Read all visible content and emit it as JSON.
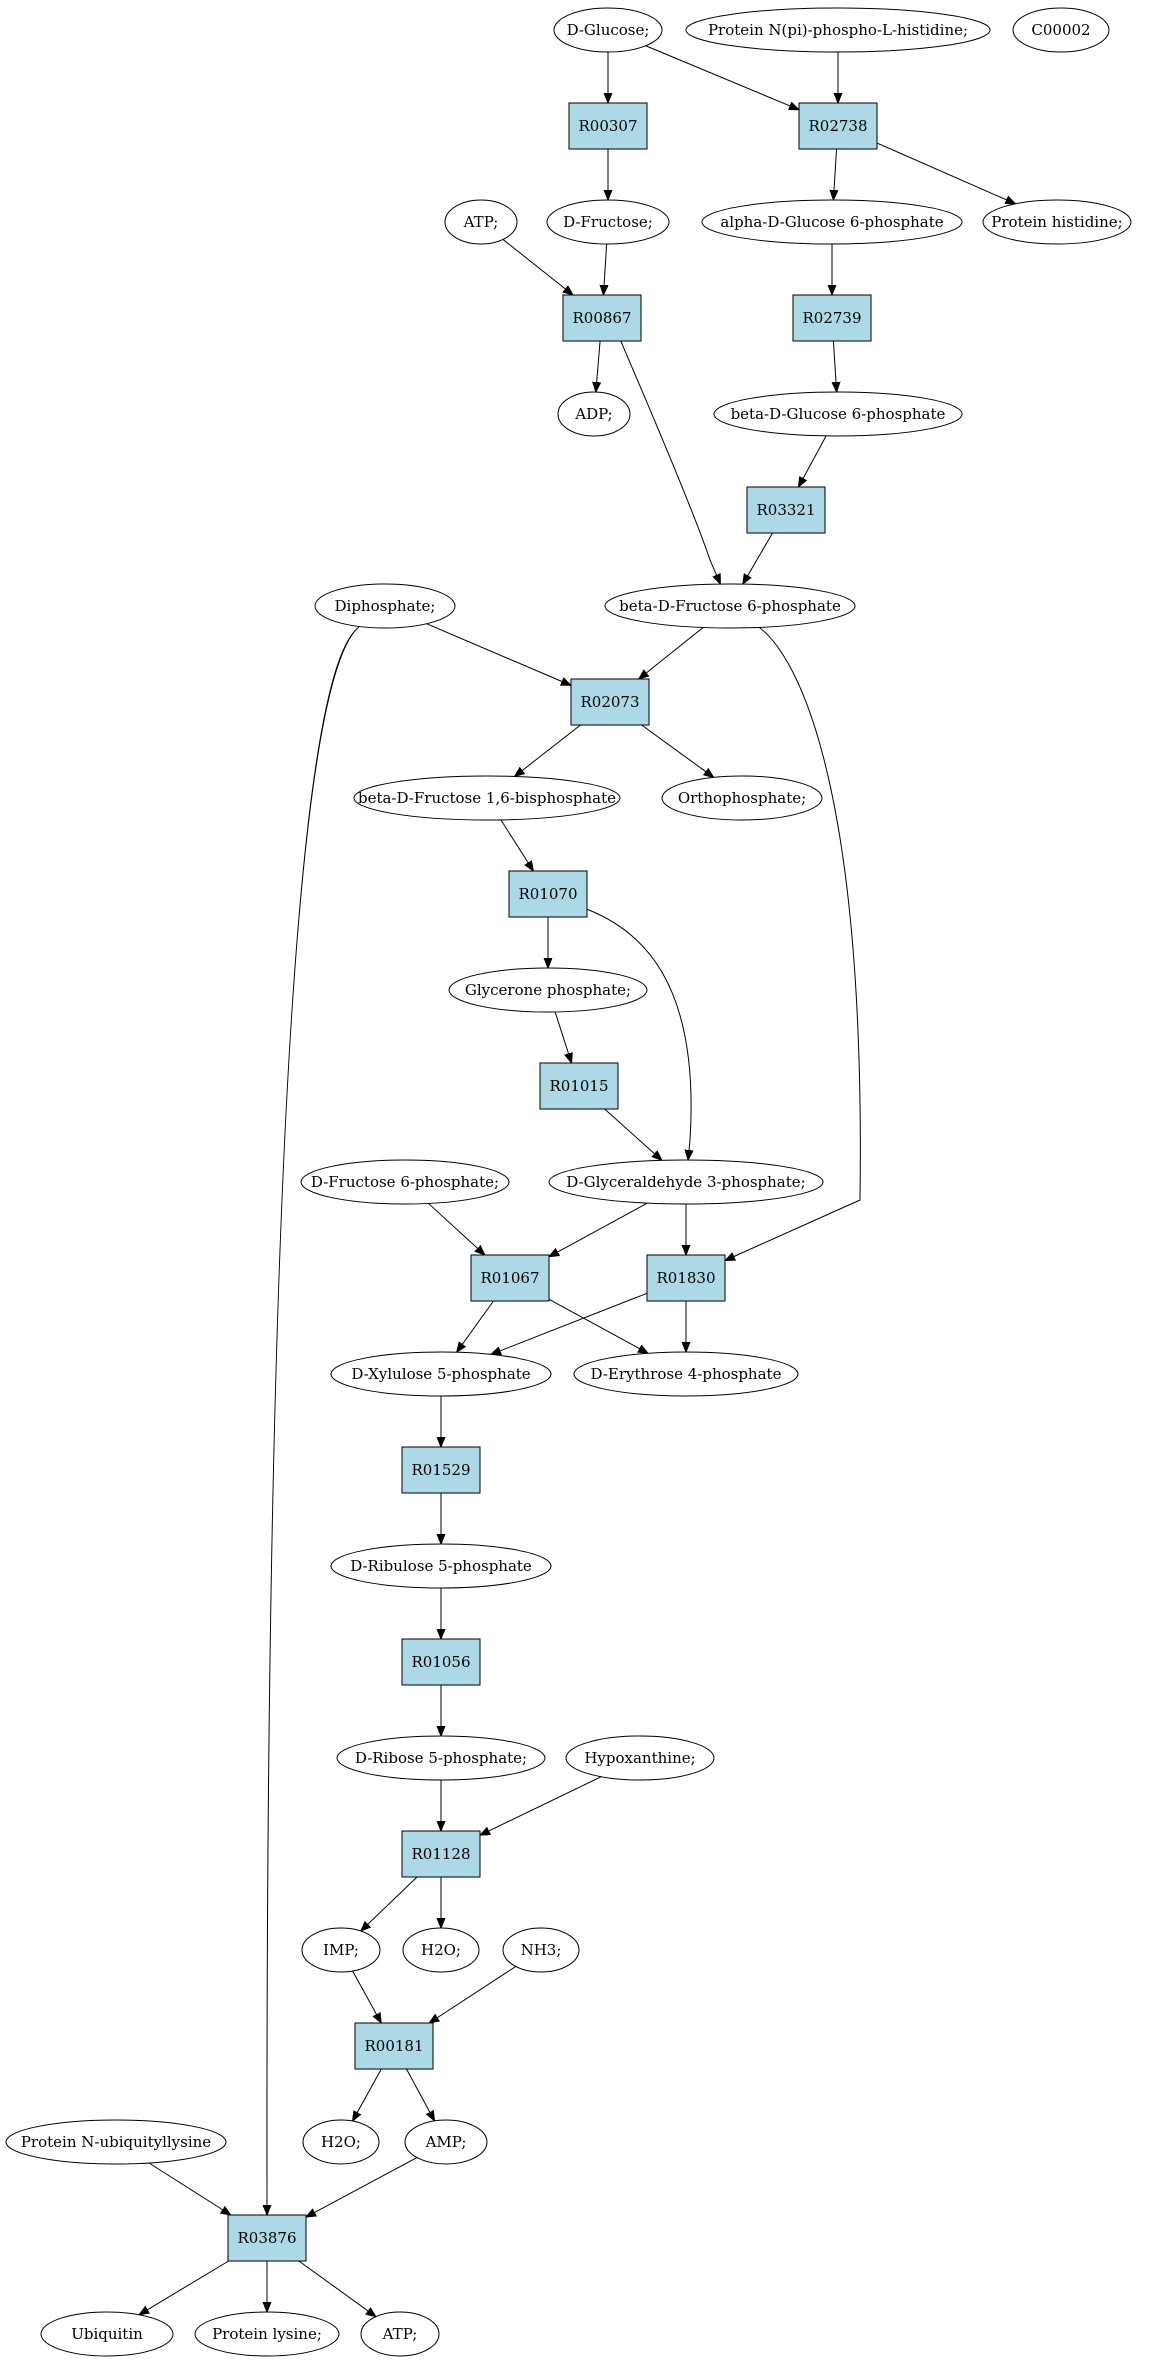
{
  "colors": {
    "highlight": "#00ee00",
    "query": "#ffff00",
    "reaction": "#add8e6",
    "compound": "#ffffff"
  },
  "nodes": [
    {
      "id": "glc",
      "label": "D-Glucose;",
      "kind": "compound",
      "fill": "highlight"
    },
    {
      "id": "pnph",
      "label": "Protein N(pi)-phospho-L-histidine;",
      "kind": "compound"
    },
    {
      "id": "c00002",
      "label": "C00002",
      "kind": "compound",
      "fill": "query"
    },
    {
      "id": "r00307",
      "label": "R00307",
      "kind": "reaction"
    },
    {
      "id": "r02738",
      "label": "R02738",
      "kind": "reaction"
    },
    {
      "id": "atp1",
      "label": "ATP;",
      "kind": "compound"
    },
    {
      "id": "fru",
      "label": "D-Fructose;",
      "kind": "compound"
    },
    {
      "id": "ag6p",
      "label": "alpha-D-Glucose 6-phosphate",
      "kind": "compound"
    },
    {
      "id": "phis",
      "label": "Protein histidine;",
      "kind": "compound"
    },
    {
      "id": "r00867",
      "label": "R00867",
      "kind": "reaction"
    },
    {
      "id": "r02739",
      "label": "R02739",
      "kind": "reaction"
    },
    {
      "id": "adp",
      "label": "ADP;",
      "kind": "compound"
    },
    {
      "id": "bg6p",
      "label": "beta-D-Glucose 6-phosphate",
      "kind": "compound"
    },
    {
      "id": "r03321",
      "label": "R03321",
      "kind": "reaction"
    },
    {
      "id": "diph",
      "label": "Diphosphate;",
      "kind": "compound"
    },
    {
      "id": "bf6p",
      "label": "beta-D-Fructose 6-phosphate",
      "kind": "compound"
    },
    {
      "id": "r02073",
      "label": "R02073",
      "kind": "reaction"
    },
    {
      "id": "fbp",
      "label": "beta-D-Fructose 1,6-bisphosphate",
      "kind": "compound"
    },
    {
      "id": "orthop",
      "label": "Orthophosphate;",
      "kind": "compound"
    },
    {
      "id": "r01070",
      "label": "R01070",
      "kind": "reaction"
    },
    {
      "id": "dhap",
      "label": "Glycerone phosphate;",
      "kind": "compound"
    },
    {
      "id": "r01015",
      "label": "R01015",
      "kind": "reaction"
    },
    {
      "id": "df6p",
      "label": "D-Fructose 6-phosphate;",
      "kind": "compound"
    },
    {
      "id": "g3p",
      "label": "D-Glyceraldehyde 3-phosphate;",
      "kind": "compound"
    },
    {
      "id": "r01067",
      "label": "R01067",
      "kind": "reaction"
    },
    {
      "id": "r01830",
      "label": "R01830",
      "kind": "reaction"
    },
    {
      "id": "x5p",
      "label": "D-Xylulose 5-phosphate",
      "kind": "compound"
    },
    {
      "id": "e4p",
      "label": "D-Erythrose 4-phosphate",
      "kind": "compound"
    },
    {
      "id": "r01529",
      "label": "R01529",
      "kind": "reaction"
    },
    {
      "id": "ru5p",
      "label": "D-Ribulose 5-phosphate",
      "kind": "compound"
    },
    {
      "id": "r01056",
      "label": "R01056",
      "kind": "reaction"
    },
    {
      "id": "r5p",
      "label": "D-Ribose 5-phosphate;",
      "kind": "compound"
    },
    {
      "id": "hypox",
      "label": "Hypoxanthine;",
      "kind": "compound"
    },
    {
      "id": "r01128",
      "label": "R01128",
      "kind": "reaction"
    },
    {
      "id": "imp",
      "label": "IMP;",
      "kind": "compound"
    },
    {
      "id": "h2o1",
      "label": "H2O;",
      "kind": "compound"
    },
    {
      "id": "nh3",
      "label": "NH3;",
      "kind": "compound"
    },
    {
      "id": "r00181",
      "label": "R00181",
      "kind": "reaction"
    },
    {
      "id": "pnub",
      "label": "Protein N-ubiquityllysine",
      "kind": "compound"
    },
    {
      "id": "h2o2",
      "label": "H2O;",
      "kind": "compound"
    },
    {
      "id": "amp",
      "label": "AMP;",
      "kind": "compound"
    },
    {
      "id": "r03876",
      "label": "R03876",
      "kind": "reaction"
    },
    {
      "id": "ubq",
      "label": "Ubiquitin",
      "kind": "compound"
    },
    {
      "id": "plys",
      "label": "Protein lysine;",
      "kind": "compound"
    },
    {
      "id": "atp2",
      "label": "ATP;",
      "kind": "compound"
    }
  ],
  "edges": [
    {
      "from": "glc",
      "to": "r00307"
    },
    {
      "from": "glc",
      "to": "r02738"
    },
    {
      "from": "pnph",
      "to": "r02738"
    },
    {
      "from": "r00307",
      "to": "fru"
    },
    {
      "from": "r02738",
      "to": "ag6p"
    },
    {
      "from": "r02738",
      "to": "phis"
    },
    {
      "from": "atp1",
      "to": "r00867"
    },
    {
      "from": "fru",
      "to": "r00867"
    },
    {
      "from": "ag6p",
      "to": "r02739"
    },
    {
      "from": "r00867",
      "to": "adp"
    },
    {
      "from": "r00867",
      "to": "bf6p"
    },
    {
      "from": "r02739",
      "to": "bg6p"
    },
    {
      "from": "bg6p",
      "to": "r03321"
    },
    {
      "from": "r03321",
      "to": "bf6p"
    },
    {
      "from": "diph",
      "to": "r02073"
    },
    {
      "from": "diph",
      "to": "r03876"
    },
    {
      "from": "bf6p",
      "to": "r02073"
    },
    {
      "from": "bf6p",
      "to": "r01830"
    },
    {
      "from": "r02073",
      "to": "fbp"
    },
    {
      "from": "r02073",
      "to": "orthop"
    },
    {
      "from": "fbp",
      "to": "r01070"
    },
    {
      "from": "r01070",
      "to": "dhap"
    },
    {
      "from": "r01070",
      "to": "g3p"
    },
    {
      "from": "dhap",
      "to": "r01015"
    },
    {
      "from": "r01015",
      "to": "g3p"
    },
    {
      "from": "df6p",
      "to": "r01067"
    },
    {
      "from": "g3p",
      "to": "r01067"
    },
    {
      "from": "g3p",
      "to": "r01830"
    },
    {
      "from": "r01067",
      "to": "x5p"
    },
    {
      "from": "r01067",
      "to": "e4p"
    },
    {
      "from": "r01830",
      "to": "x5p"
    },
    {
      "from": "r01830",
      "to": "e4p"
    },
    {
      "from": "x5p",
      "to": "r01529"
    },
    {
      "from": "r01529",
      "to": "ru5p"
    },
    {
      "from": "ru5p",
      "to": "r01056"
    },
    {
      "from": "r01056",
      "to": "r5p"
    },
    {
      "from": "r5p",
      "to": "r01128"
    },
    {
      "from": "hypox",
      "to": "r01128"
    },
    {
      "from": "r01128",
      "to": "imp"
    },
    {
      "from": "r01128",
      "to": "h2o1"
    },
    {
      "from": "imp",
      "to": "r00181"
    },
    {
      "from": "nh3",
      "to": "r00181"
    },
    {
      "from": "r00181",
      "to": "h2o2"
    },
    {
      "from": "r00181",
      "to": "amp"
    },
    {
      "from": "pnub",
      "to": "r03876"
    },
    {
      "from": "amp",
      "to": "r03876"
    },
    {
      "from": "r03876",
      "to": "ubq"
    },
    {
      "from": "r03876",
      "to": "plys"
    },
    {
      "from": "r03876",
      "to": "atp2"
    }
  ]
}
